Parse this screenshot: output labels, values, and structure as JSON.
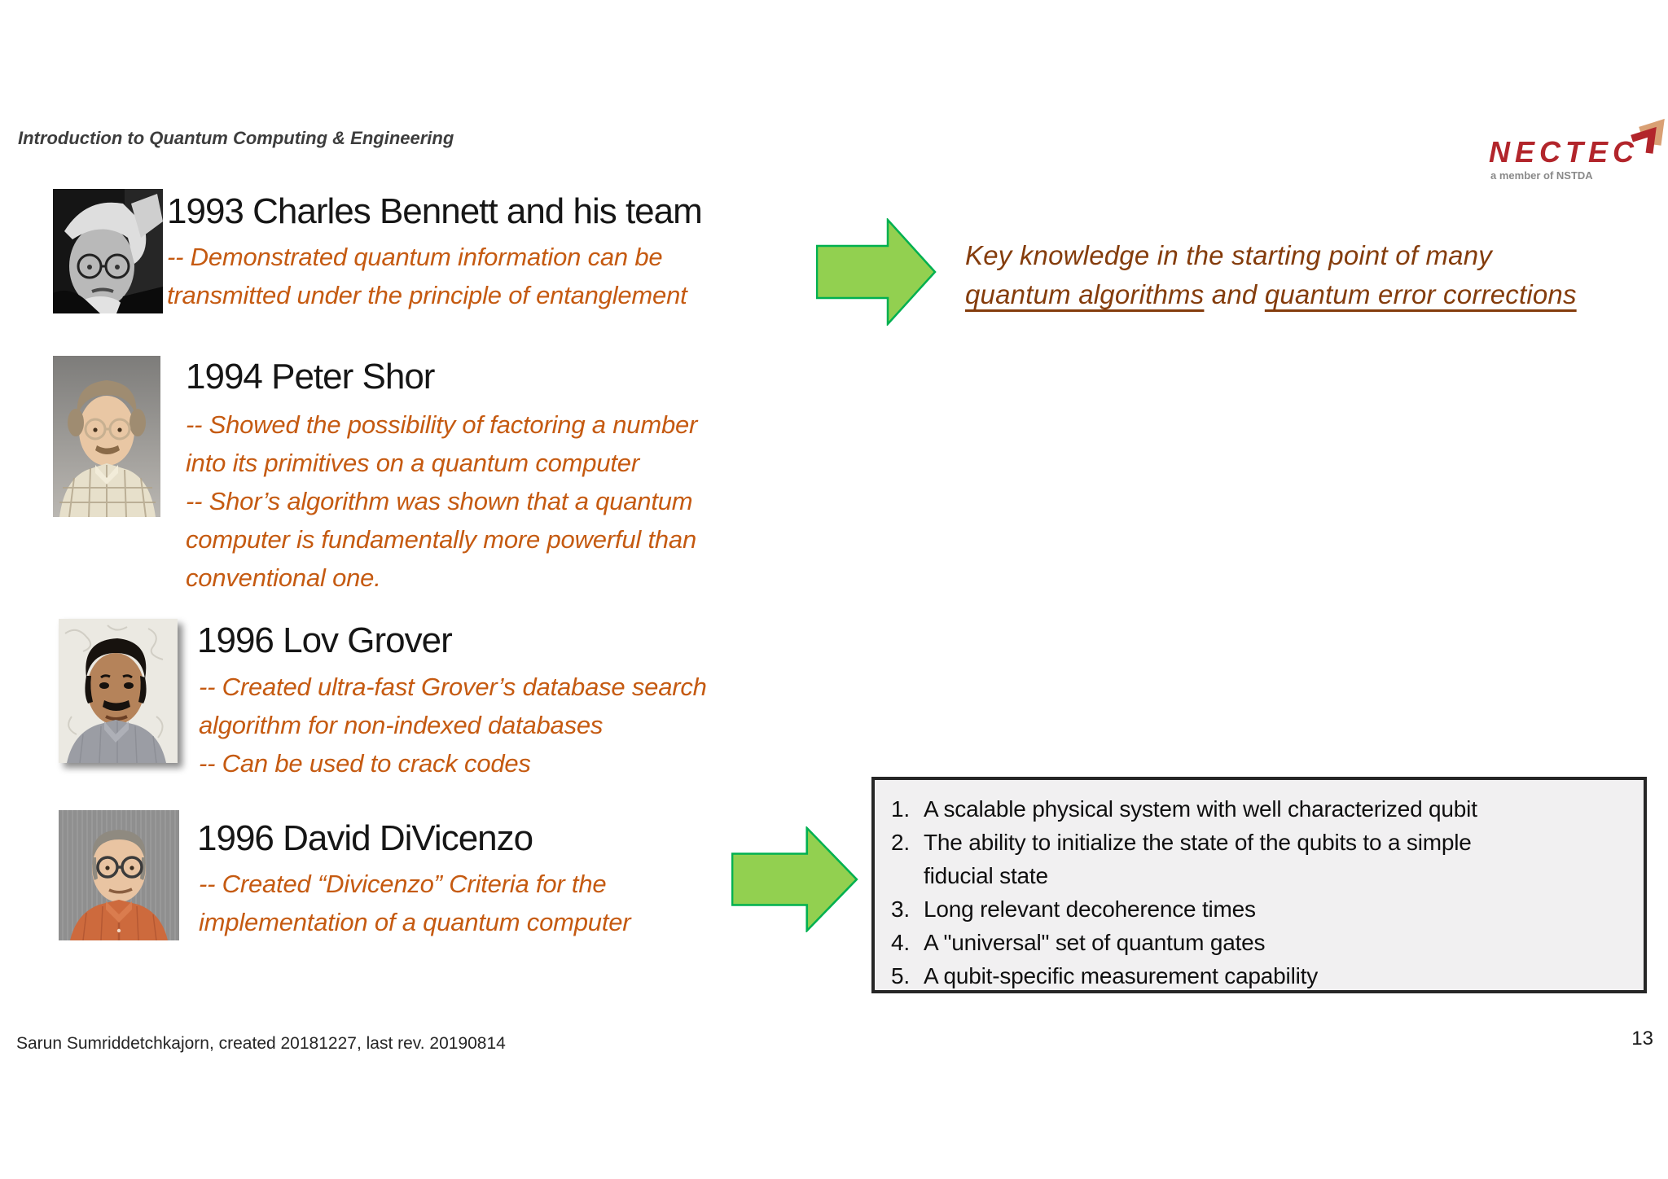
{
  "header": {
    "course_title": "Introduction to Quantum Computing & Engineering",
    "logo_name": "NECTEC",
    "logo_tagline": "a member of NSTDA"
  },
  "timeline": [
    {
      "title": "1993 Charles Bennett and his team",
      "photo": "portrait of Charles Bennett (black and white)",
      "lines": [
        "-- Demonstrated quantum information can be",
        "transmitted under the principle of entanglement"
      ]
    },
    {
      "title": "1994 Peter Shor",
      "photo": "portrait of Peter Shor",
      "lines": [
        "-- Showed the possibility of factoring a number",
        "into its primitives on a quantum computer",
        "-- Shor’s algorithm was shown that a quantum",
        "computer is fundamentally more powerful than",
        "conventional one."
      ]
    },
    {
      "title": "1996 Lov Grover",
      "photo": "portrait of Lov Grover",
      "lines": [
        "-- Created ultra-fast Grover’s database search",
        "algorithm for non-indexed databases",
        "-- Can be used to crack codes"
      ]
    },
    {
      "title": "1996 David DiVicenzo",
      "photo": "portrait of David DiVicenzo",
      "lines": [
        "-- Created “Divicenzo” Criteria for the",
        "implementation of a quantum computer"
      ]
    }
  ],
  "callout": {
    "line1": "Key knowledge in the starting point of many",
    "underline1": "quantum algorithms",
    "connector": " and ",
    "underline2": "quantum error corrections"
  },
  "criteria": {
    "items": [
      [
        "A scalable physical system with well characterized qubit"
      ],
      [
        "The ability to initialize the state of the qubits to a simple",
        "fiducial state"
      ],
      [
        "Long relevant decoherence times"
      ],
      [
        "A \"universal\" set of quantum gates"
      ],
      [
        "A qubit-specific measurement capability"
      ]
    ]
  },
  "footer": {
    "credit": "Sarun Sumriddetchkajorn, created 20181227, last rev. 20190814",
    "page_number": "13"
  },
  "colors": {
    "entry_accent_orange": "#C55A11",
    "callout_brown": "#843C0C",
    "arrow_fill": "#92D050",
    "arrow_stroke": "#00B050",
    "logo_red": "#B2252B",
    "criteria_box_bg": "#f1f0f1",
    "criteria_box_border": "#262626"
  }
}
